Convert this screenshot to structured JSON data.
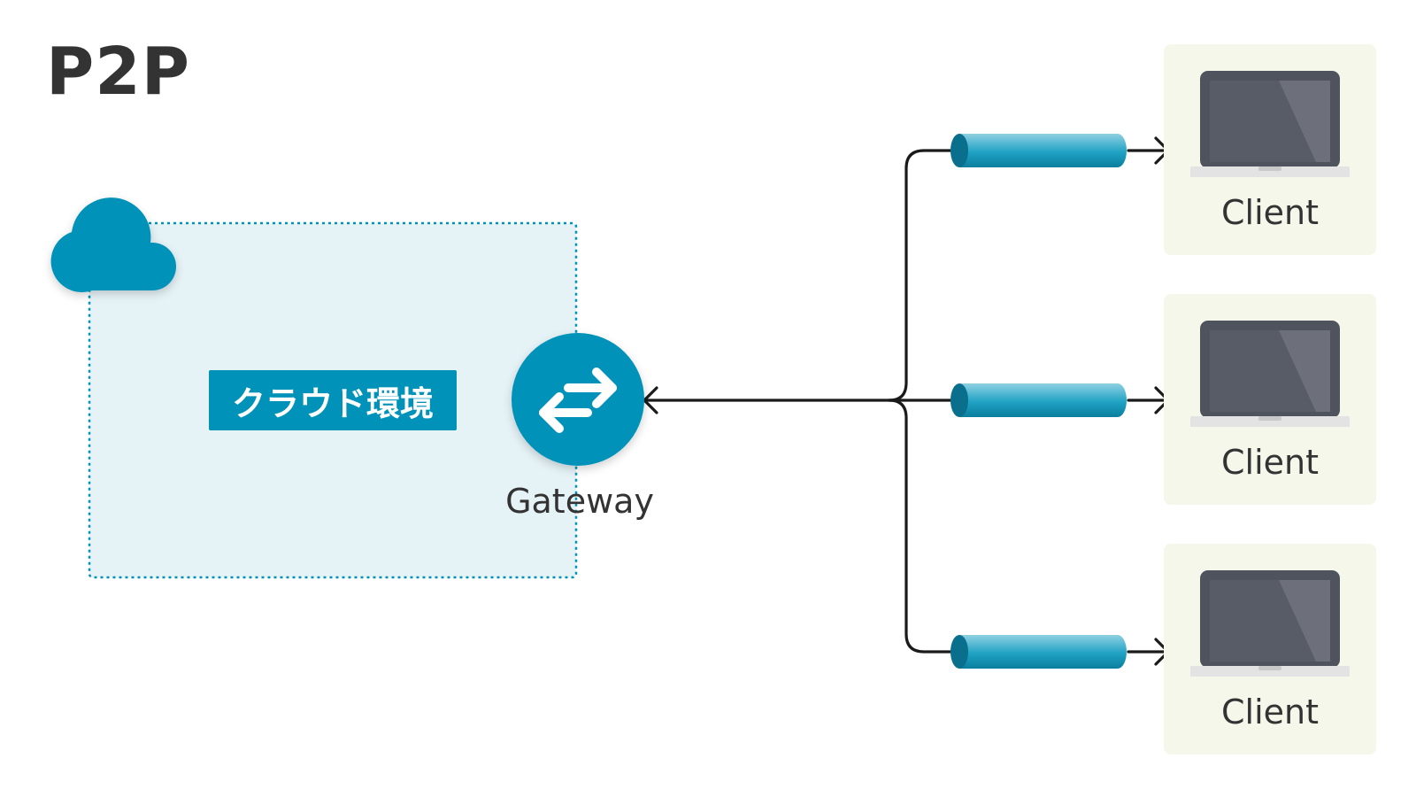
{
  "title": "P2P",
  "cloud": {
    "label": "クラウド環境",
    "icon": "cloud-icon"
  },
  "gateway": {
    "label": "Gateway",
    "icon": "bidirectional-arrows-icon"
  },
  "clients": [
    {
      "label": "Client",
      "icon": "laptop-icon"
    },
    {
      "label": "Client",
      "icon": "laptop-icon"
    },
    {
      "label": "Client",
      "icon": "laptop-icon"
    }
  ],
  "connections": {
    "pipe_icon": "tunnel-pipe-icon"
  },
  "colors": {
    "accent": "#0092b9",
    "region_fill": "#e5f2f6",
    "client_card": "#f4f7ea",
    "laptop_body": "#4f535e",
    "text": "#333333"
  }
}
